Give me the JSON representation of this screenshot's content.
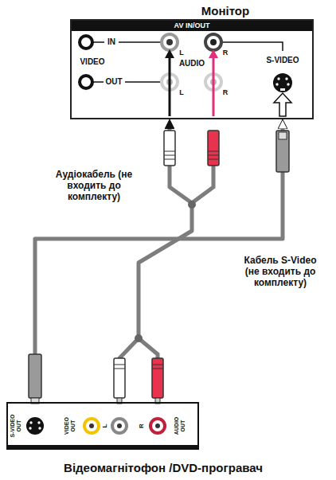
{
  "diagram": {
    "nodes": [
      {
        "text": [
          "Монітор",
          "AV IN/OUT"
        ]
      },
      {
        "text": [
          "Відеомагнітофон /DVD-програвач"
        ]
      }
    ],
    "edges": [
      {
        "from": 1,
        "to": 0,
        "arrow": "to"
      },
      {
        "from": 1,
        "to": 0,
        "arrow": "to"
      }
    ],
    "labels": [
      "IN",
      "VIDEO",
      "OUT",
      "L",
      "R",
      "AUDIO",
      "L",
      "R",
      "S-VIDEO",
      "Аудіокабель (не входить до комплекту)",
      "Кабель S-Video (не входить до комплекту)",
      "S-VIDEO OUT",
      "VIDEO OUT",
      "L",
      "R",
      "AUDIO OUT"
    ]
  }
}
